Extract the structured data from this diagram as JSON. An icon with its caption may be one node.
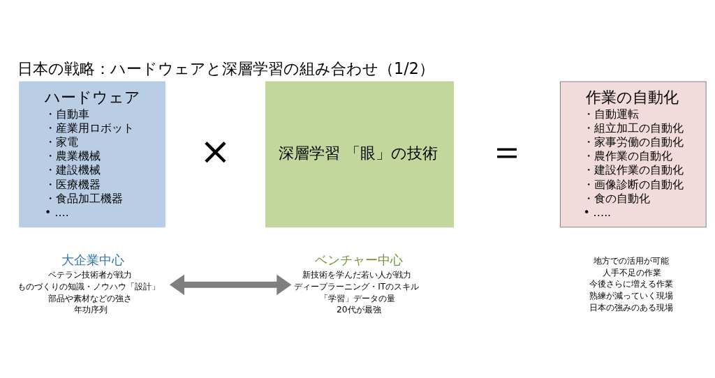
{
  "diagram": {
    "title": "日本の戦略：ハードウェアと深層学習の組み合わせ（1/2）",
    "nodes": [
      {
        "text": [
          "ハードウェア",
          "・自動車",
          "・産業用ロボット",
          "・家電",
          "・農業機械",
          "・建設機械",
          "・医療機器",
          "・食品加工機器",
          "• …."
        ]
      },
      {
        "text": [
          "深層学習 「眼」の技術"
        ]
      },
      {
        "text": [
          "作業の自動化",
          "・自動運転",
          "・組立加工の自動化",
          "・家事労働の自動化",
          "・農作業の自動化",
          "・建設作業の自動化",
          "・画像診断の自動化",
          "・食の自動化",
          "• ….."
        ]
      },
      {
        "text": [
          "大企業中心",
          "ベテラン技術者が戦力",
          "ものづくりの知識・ノウハウ「設計」",
          "部品や素材などの強さ",
          "年功序列"
        ]
      },
      {
        "text": [
          "ベンチャー中心",
          "新技術を学んだ若い人が戦力",
          "ディープラーニング・ITのスキル",
          "「学習」データの量",
          "20代が最強"
        ]
      }
    ],
    "edges": [
      {
        "from": 3,
        "to": 4,
        "arrow": "both"
      }
    ],
    "labels": [
      "×",
      "＝",
      "地方での活用が可能",
      "人手不足の作業",
      "今後さらに増える作業",
      "熟練が減っていく現場",
      "日本の強みのある現場"
    ]
  }
}
